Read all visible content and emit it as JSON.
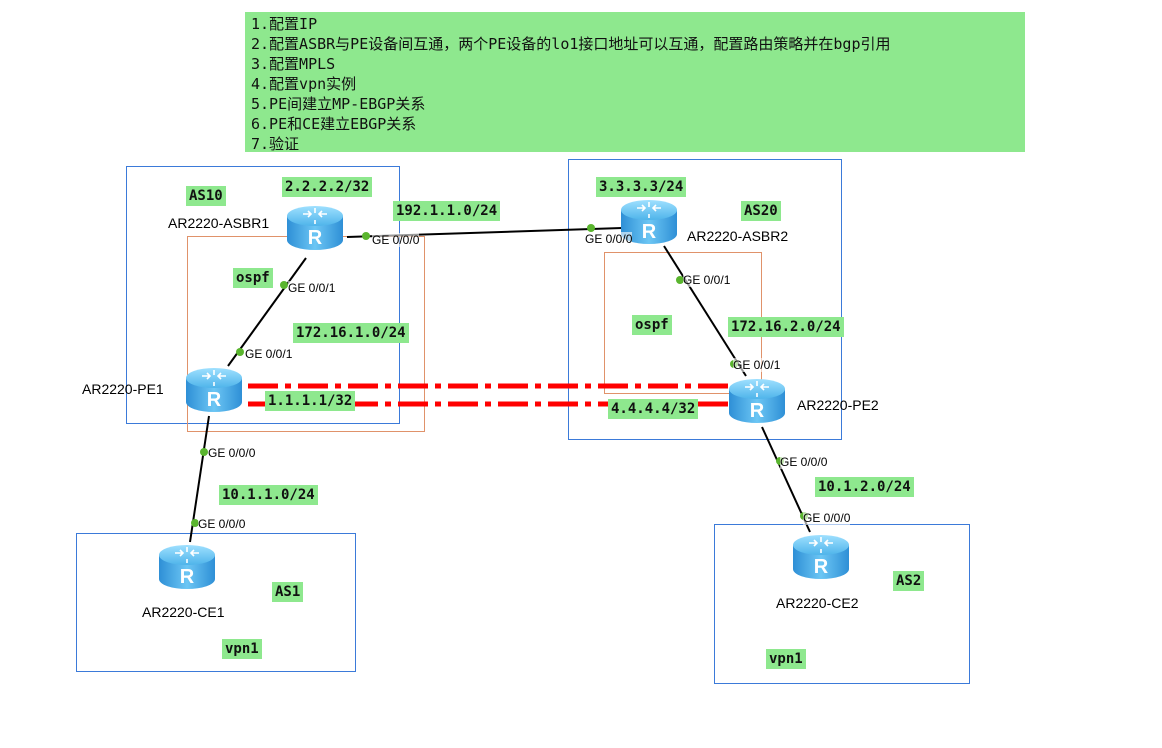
{
  "notes": [
    "1.配置IP",
    "2.配置ASBR与PE设备间互通，两个PE设备的lo1接口地址可以互通，配置路由策略并在bgp引用",
    "3.配置MPLS",
    "4.配置vpn实例",
    "5.PE间建立MP-EBGP关系",
    "6.PE和CE建立EBGP关系",
    "7.验证"
  ],
  "routers": {
    "asbr1": "AR2220-ASBR1",
    "asbr2": "AR2220-ASBR2",
    "pe1": "AR2220-PE1",
    "pe2": "AR2220-PE2",
    "ce1": "AR2220-CE1",
    "ce2": "AR2220-CE2",
    "icon_letter": "R"
  },
  "labels": {
    "as10": "AS10",
    "as20": "AS20",
    "as1": "AS1",
    "as2": "AS2",
    "asbr1_loopback": "2.2.2.2/32",
    "asbr2_loopback": "3.3.3.3/24",
    "inter_as_net": "192.1.1.0/24",
    "ospf_left": "ospf",
    "ospf_right": "ospf",
    "net_left": "172.16.1.0/24",
    "net_right": "172.16.2.0/24",
    "pe1_loopback": "1.1.1.1/32",
    "pe2_loopback": "4.4.4.4/32",
    "ce1_net": "10.1.1.0/24",
    "ce2_net": "10.1.2.0/24",
    "vpn_left": "vpn1",
    "vpn_right": "vpn1"
  },
  "ports": {
    "asbr1_g000": "GE 0/0/0",
    "asbr1_g001": "GE 0/0/1",
    "asbr2_g000": "GE 0/0/0",
    "asbr2_g001": "GE 0/0/1",
    "pe1_g001": "GE 0/0/1",
    "pe1_g000": "GE 0/0/0",
    "ce1_g000": "GE 0/0/0",
    "pe2_g001": "GE 0/0/1",
    "pe2_g000": "GE 0/0/0",
    "ce2_g000": "GE 0/0/0"
  },
  "colors": {
    "label_bg": "#8ee88e",
    "as_border": "#3b7ad9",
    "ospf_border": "#e0926a",
    "mp_ebgp_link": "#ff0000",
    "router_body": "#3aa0e0"
  }
}
